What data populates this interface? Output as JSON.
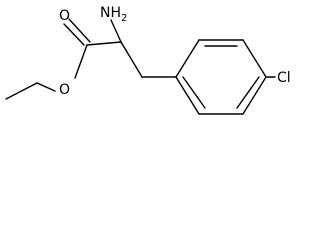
{
  "molecule": {
    "atoms": {
      "carbonyl_oxygen": "O",
      "ester_oxygen": "O",
      "amino_group": "NH2",
      "amino_group_main": "NH",
      "amino_group_subscript": "2",
      "chlorine": "Cl"
    },
    "colors": {
      "bond": "#000000",
      "label": "#000000",
      "background": "#ffffff"
    }
  }
}
